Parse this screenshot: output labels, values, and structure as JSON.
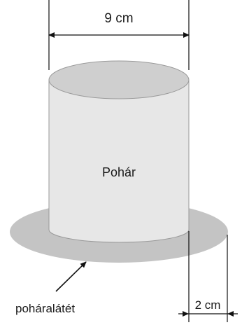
{
  "labels": {
    "cup": "Pohár",
    "coaster": "poháralátét",
    "cup_width": "9 cm",
    "rim_extension": "2 cm"
  },
  "colors": {
    "cup_body": "#e7e7e7",
    "cup_top": "#cfcfcf",
    "coaster": "#c4c4c4",
    "line": "#111111"
  }
}
